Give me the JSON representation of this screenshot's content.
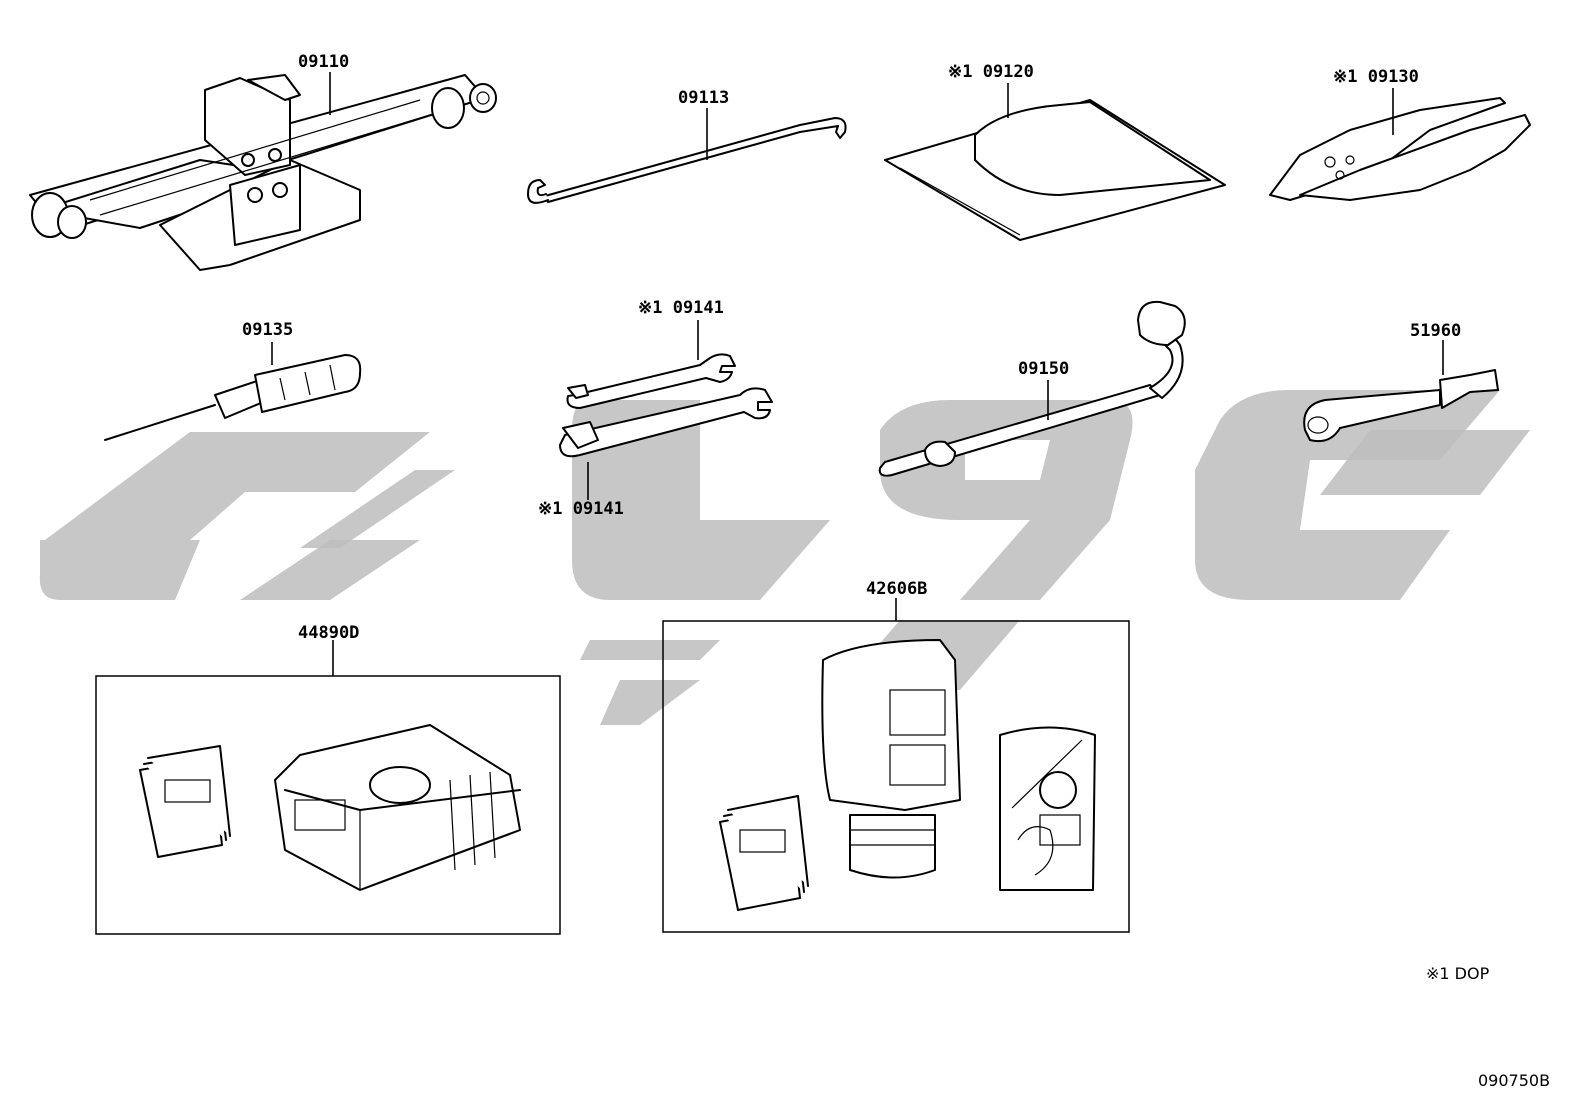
{
  "part_labels": {
    "jack": "09110",
    "jack_handle": "09113",
    "tool_bag": "※1 09120",
    "pliers": "※1 09130",
    "screwdriver": "09135",
    "wrench_upper": "※1 09141",
    "wrench_lower": "※1 09141",
    "wheel_wrench": "09150",
    "spare_tire_hook": "51960",
    "repair_kit_left": "44890D",
    "repair_kit_right": "42606B"
  },
  "footnote": "※1 DOP",
  "diagram_code": "090750B",
  "watermark_color": "#bdbdbd"
}
